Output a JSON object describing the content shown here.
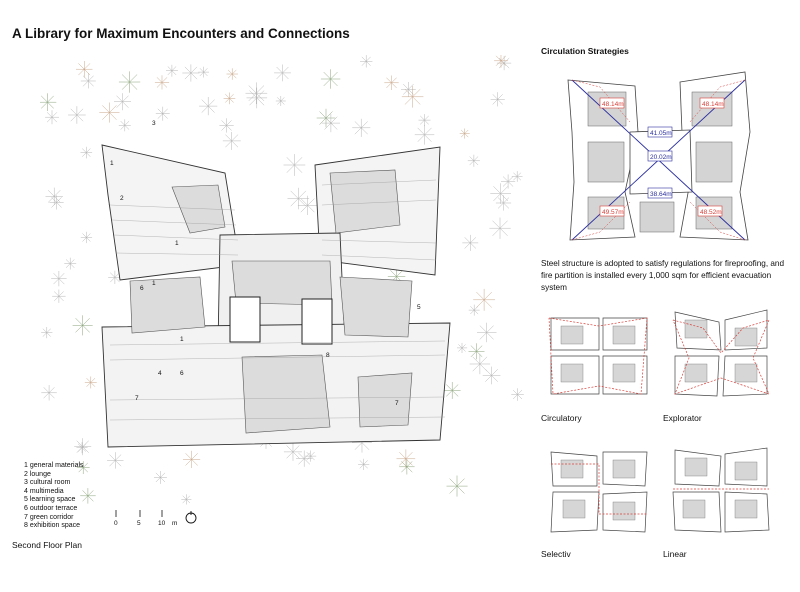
{
  "title": "A Library for Maximum Encounters and Connections",
  "plan": {
    "caption": "Second Floor Plan",
    "room_numbers": [
      "1",
      "2",
      "3",
      "1",
      "1",
      "6",
      "5",
      "1",
      "4",
      "7",
      "6",
      "8",
      "7"
    ],
    "legend": [
      "1  general materials",
      "2  lounge",
      "3  cultural room",
      "4  multimedia",
      "5  learning space",
      "6  outdoor terrace",
      "7  green corridor",
      "8  exhibition space"
    ],
    "scale": {
      "ticks": [
        "0",
        "5",
        "10"
      ],
      "unit": "m"
    }
  },
  "circulation": {
    "title": "Circulation Strategies",
    "distances": [
      "48.14m",
      "48.14m",
      "41.05m",
      "20.02m",
      "38.64m",
      "49.57m",
      "48.52m"
    ],
    "colors": {
      "red": "#d8403a",
      "blue": "#2b2f9e",
      "gray": "#c8c8c8"
    }
  },
  "steel_note": "Steel structure is adopted to satisfy regulations for fireproofing, and fire partition is installed every 1,000 sqm for efficient evacuation system",
  "strategies": [
    {
      "label": "Circulatory"
    },
    {
      "label": "Explorator"
    },
    {
      "label": "Selectiv"
    },
    {
      "label": "Linear"
    }
  ]
}
